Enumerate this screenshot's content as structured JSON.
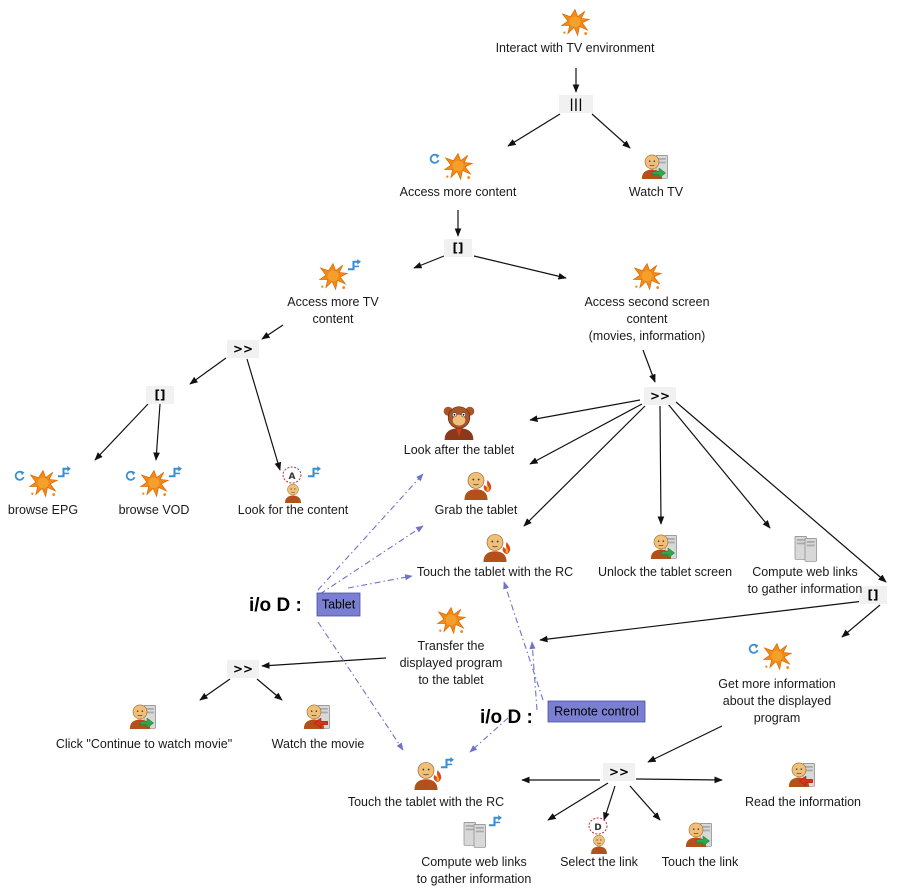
{
  "tasks": [
    {
      "id": "t_root",
      "label": [
        "Interact with TV environment"
      ],
      "icon": "abstract-task-icon"
    },
    {
      "id": "t_access_more",
      "label": [
        "Access more content"
      ],
      "icon": "abstract-task-icon"
    },
    {
      "id": "t_watch_tv",
      "label": [
        "Watch TV"
      ],
      "icon": "interaction-task-icon"
    },
    {
      "id": "t_more_tv",
      "label": [
        "Access more TV",
        "content"
      ],
      "icon": "abstract-task-icon"
    },
    {
      "id": "t_second_screen",
      "label": [
        "Access second screen",
        "content",
        "(movies, information)"
      ],
      "icon": "abstract-task-icon"
    },
    {
      "id": "t_browse_epg",
      "label": [
        "browse EPG"
      ],
      "icon": "abstract-task-icon"
    },
    {
      "id": "t_browse_vod",
      "label": [
        "browse VOD"
      ],
      "icon": "abstract-task-icon"
    },
    {
      "id": "t_look_content",
      "label": [
        "Look for the content"
      ],
      "icon": "user-task-icon"
    },
    {
      "id": "t_look_tablet",
      "label": [
        "Look after the tablet"
      ],
      "icon": "perceptive-task-icon"
    },
    {
      "id": "t_grab_tablet",
      "label": [
        "Grab the tablet"
      ],
      "icon": "motor-task-icon"
    },
    {
      "id": "t_touch_rc",
      "label": [
        "Touch the tablet with the RC"
      ],
      "icon": "motor-task-icon"
    },
    {
      "id": "t_unlock",
      "label": [
        "Unlock the tablet screen"
      ],
      "icon": "interaction-task-icon"
    },
    {
      "id": "t_compute1",
      "label": [
        "Compute web links",
        "to gather information"
      ],
      "icon": "system-task-icon"
    },
    {
      "id": "t_transfer",
      "label": [
        "Transfer the",
        "displayed program",
        "to the tablet"
      ],
      "icon": "abstract-task-icon"
    },
    {
      "id": "t_get_info",
      "label": [
        "Get more information",
        "about the displayed",
        "program"
      ],
      "icon": "abstract-task-icon"
    },
    {
      "id": "t_click_continue",
      "label": [
        "Click \"Continue to watch movie\""
      ],
      "icon": "interaction-task-icon"
    },
    {
      "id": "t_watch_movie",
      "label": [
        "Watch the movie"
      ],
      "icon": "output-task-icon"
    },
    {
      "id": "t_touch_rc2",
      "label": [
        "Touch the tablet with the RC"
      ],
      "icon": "motor-task-icon"
    },
    {
      "id": "t_read_info",
      "label": [
        "Read the information"
      ],
      "icon": "output-task-icon"
    },
    {
      "id": "t_compute2",
      "label": [
        "Compute web links",
        "to gather information"
      ],
      "icon": "system-task-icon"
    },
    {
      "id": "t_select_link",
      "label": [
        "Select the link"
      ],
      "icon": "decision-task-icon"
    },
    {
      "id": "t_touch_link",
      "label": [
        "Touch the link"
      ],
      "icon": "interaction-task-icon"
    }
  ],
  "operators": [
    {
      "id": "op_root",
      "symbol": "|||"
    },
    {
      "id": "op_access",
      "symbol": "[]"
    },
    {
      "id": "op_tv",
      "symbol": ">>"
    },
    {
      "id": "op_browse",
      "symbol": "[]"
    },
    {
      "id": "op_second",
      "symbol": ">>"
    },
    {
      "id": "op_choice2",
      "symbol": "[]"
    },
    {
      "id": "op_transfer",
      "symbol": ">>"
    },
    {
      "id": "op_info",
      "symbol": ">>"
    }
  ],
  "devices": [
    {
      "id": "d_tablet",
      "prefix": "i/o D :",
      "name": "Tablet",
      "color": "#7b7fd1"
    },
    {
      "id": "d_rc",
      "prefix": "i/o D :",
      "name": "Remote control",
      "color": "#7b7fd1"
    }
  ],
  "colors": {
    "link": "#111111",
    "device_link": "#6f73c9",
    "operator_bg": "#f1f1f1",
    "abstract": "#f28a1a",
    "iterative": "#3b8fd1"
  }
}
